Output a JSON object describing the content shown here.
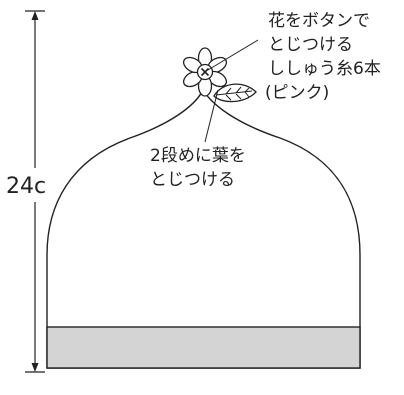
{
  "diagram": {
    "height_label": "24c",
    "flower_note": {
      "lines": [
        "花をボタンで",
        "とじつける",
        "ししゅう糸6本",
        "(ピンク)"
      ]
    },
    "leaf_note": {
      "lines": [
        "2段めに葉を",
        "とじつける"
      ]
    },
    "colors": {
      "line": "#222222",
      "band_fill": "#d4d4d4",
      "hat_fill": "#ffffff"
    }
  }
}
